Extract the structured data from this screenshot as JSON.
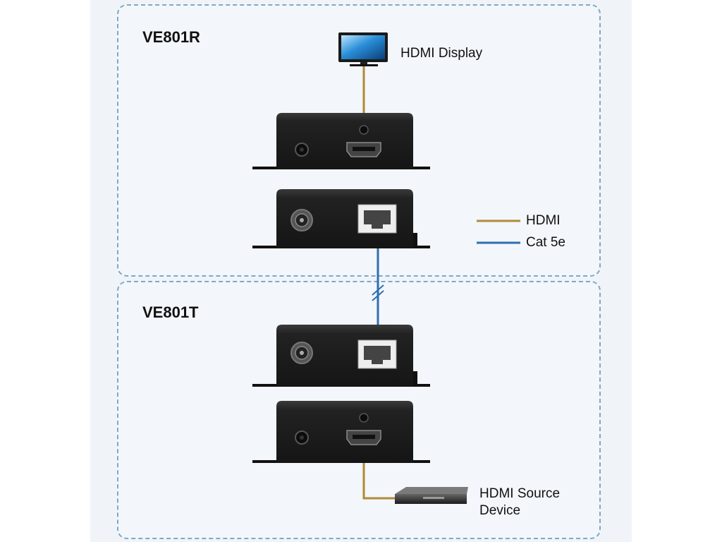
{
  "receiver": {
    "title": "VE801R"
  },
  "transmitter": {
    "title": "VE801T"
  },
  "devices": {
    "display_label": "HDMI Display",
    "source_label_line1": "HDMI Source",
    "source_label_line2": "Device"
  },
  "legend": {
    "items": [
      {
        "label": "HDMI",
        "color": "#b08a3a"
      },
      {
        "label": "Cat 5e",
        "color": "#2f6fb0"
      }
    ]
  },
  "colors": {
    "panel_border": "#7fa8c8",
    "panel_fill": "#f3f6fa",
    "device_body": "#1e1e1e",
    "hdmi_cable": "#b08a3a",
    "cat5e_cable": "#2f6fb0"
  },
  "icons": [
    "monitor-icon",
    "hdmi-port-icon",
    "rj45-port-icon",
    "power-jack-icon",
    "source-device-icon"
  ]
}
